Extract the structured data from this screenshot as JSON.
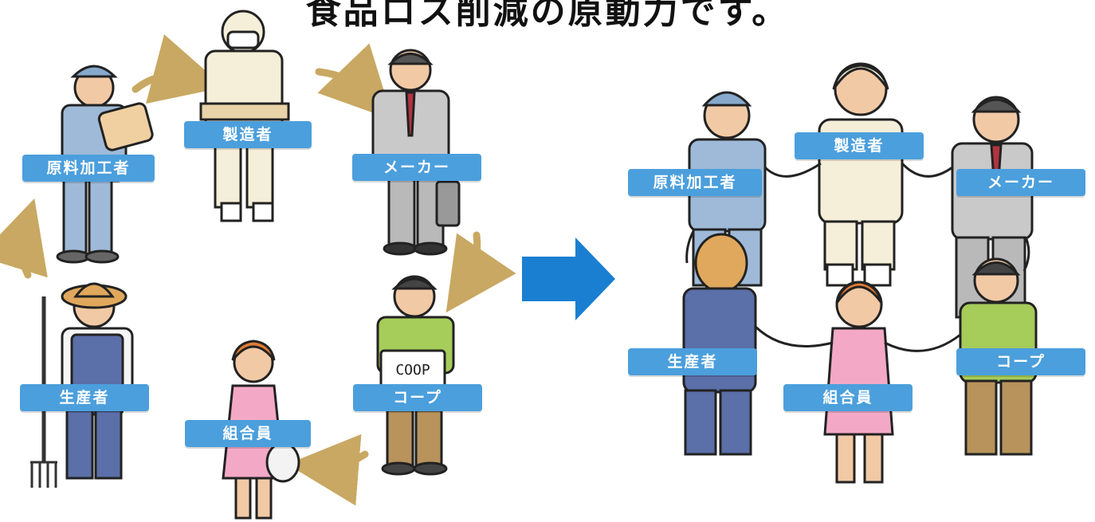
{
  "title": "食品ロス削減の原動力です。",
  "colors": {
    "label_bg": "#4b9fdc",
    "label_text": "#ffffff",
    "cycle_arrow": "#c8a862",
    "big_arrow": "#1a7fd1"
  },
  "before": {
    "labels": {
      "raw": "原料加工者",
      "manufacturer": "製造者",
      "maker": "メーカー",
      "coop": "コープ",
      "member": "組合員",
      "producer": "生産者"
    },
    "box_text": "COOP"
  },
  "after": {
    "labels": {
      "raw": "原料加工者",
      "manufacturer": "製造者",
      "maker": "メーカー",
      "producer": "生産者",
      "member": "組合員",
      "coop": "コープ"
    }
  },
  "icons": {
    "cycle_arrows": "curved-arrow-icon",
    "transition": "right-arrow-icon"
  }
}
